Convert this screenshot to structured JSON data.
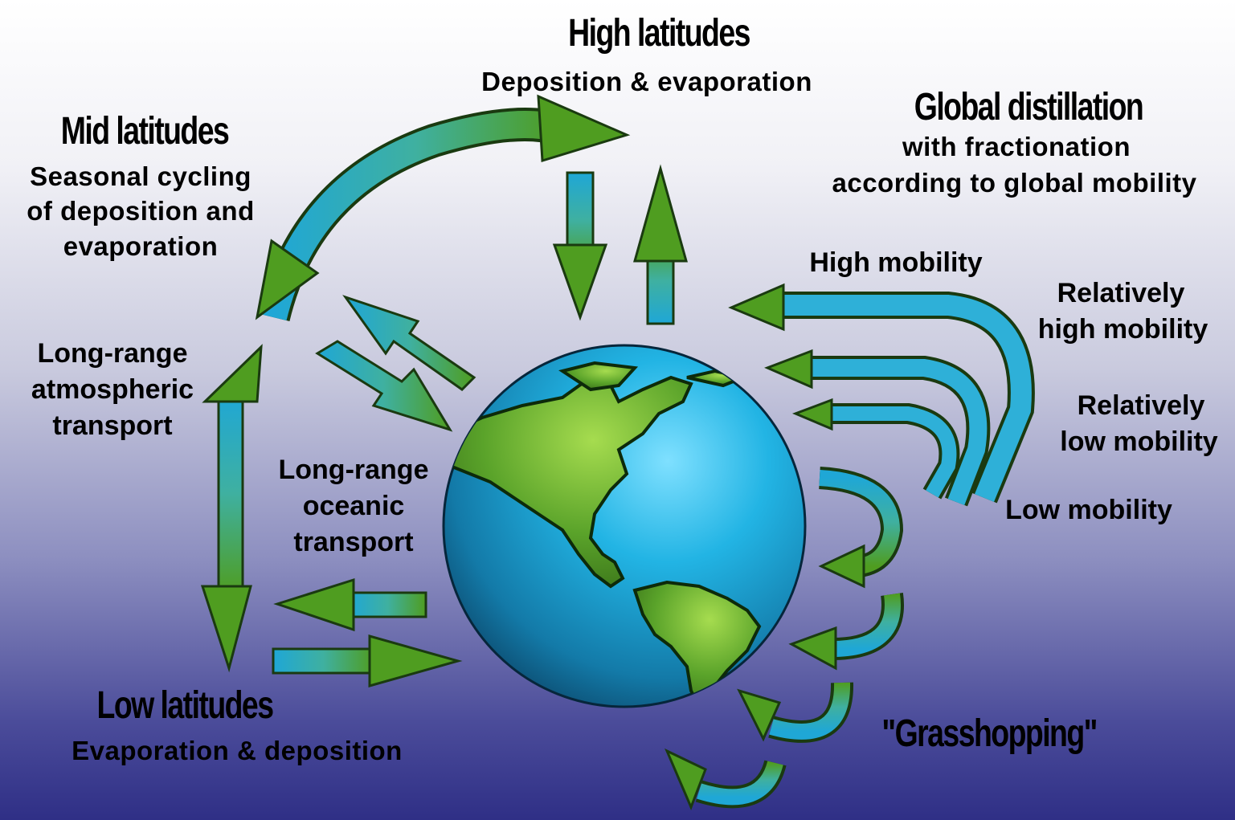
{
  "colors": {
    "arrow_green": "#4f9d20",
    "arrow_blue": "#1fa7d6",
    "ocean": "#1fa7d6",
    "land": "#5aa32a"
  },
  "high_latitudes": {
    "title": "High latitudes",
    "subtitle": "Deposition & evaporation"
  },
  "mid_latitudes": {
    "title": "Mid latitudes",
    "line1": "Seasonal cycling",
    "line2": "of deposition and",
    "line3": "evaporation"
  },
  "low_latitudes": {
    "title": "Low latitudes",
    "subtitle": "Evaporation & deposition"
  },
  "global_distillation": {
    "title": "Global distillation",
    "line1": "with fractionation",
    "line2": "according to global mobility"
  },
  "atmospheric_transport": {
    "line1": "Long-range",
    "line2": "atmospheric",
    "line3": "transport"
  },
  "oceanic_transport": {
    "line1": "Long-range",
    "line2": "oceanic",
    "line3": "transport"
  },
  "mobility": {
    "high": "High mobility",
    "rel_high_1": "Relatively",
    "rel_high_2": "high mobility",
    "rel_low_1": "Relatively",
    "rel_low_2": "low mobility",
    "low": "Low mobility"
  },
  "grasshopping": "\"Grasshopping\""
}
